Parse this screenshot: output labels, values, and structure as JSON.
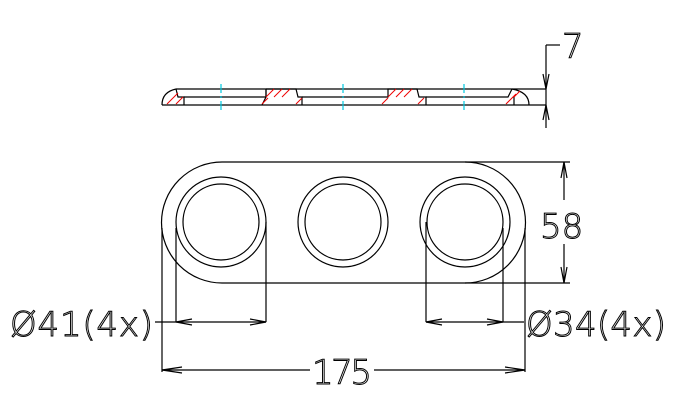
{
  "drawing": {
    "height_dim": "7",
    "width_dim": "58",
    "hole_large_dim": "Ø41(4x)",
    "hole_small_dim": "Ø34(4x)",
    "length_dim": "175",
    "colors": {
      "lines": "#000000",
      "hatch": "#e00000",
      "centerline": "#00c8e0"
    }
  }
}
